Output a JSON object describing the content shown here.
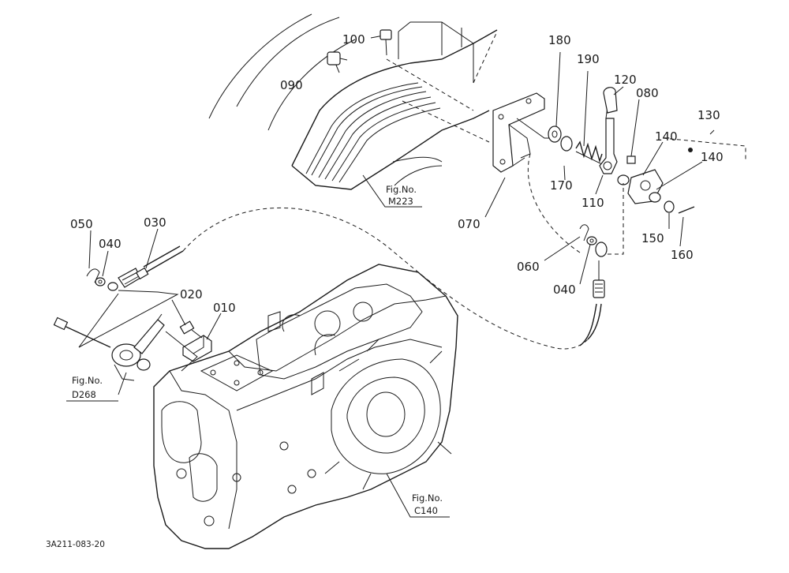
{
  "callouts": {
    "p010": "010",
    "p020": "020",
    "p030": "030",
    "p040a": "040",
    "p040b": "040",
    "p050": "050",
    "p060": "060",
    "p070": "070",
    "p080": "080",
    "p090": "090",
    "p100": "100",
    "p110": "110",
    "p120": "120",
    "p130": "130",
    "p140a": "140",
    "p140b": "140",
    "p150": "150",
    "p160": "160",
    "p170": "170",
    "p180": "180",
    "p190": "190"
  },
  "fig_refs": {
    "m223": {
      "label": "Fig.No.",
      "number": "M223"
    },
    "d268": {
      "label": "Fig.No.",
      "number": "D268"
    },
    "c140": {
      "label": "Fig.No.",
      "number": "C140"
    }
  },
  "drawing_code": "3A211-083-20"
}
